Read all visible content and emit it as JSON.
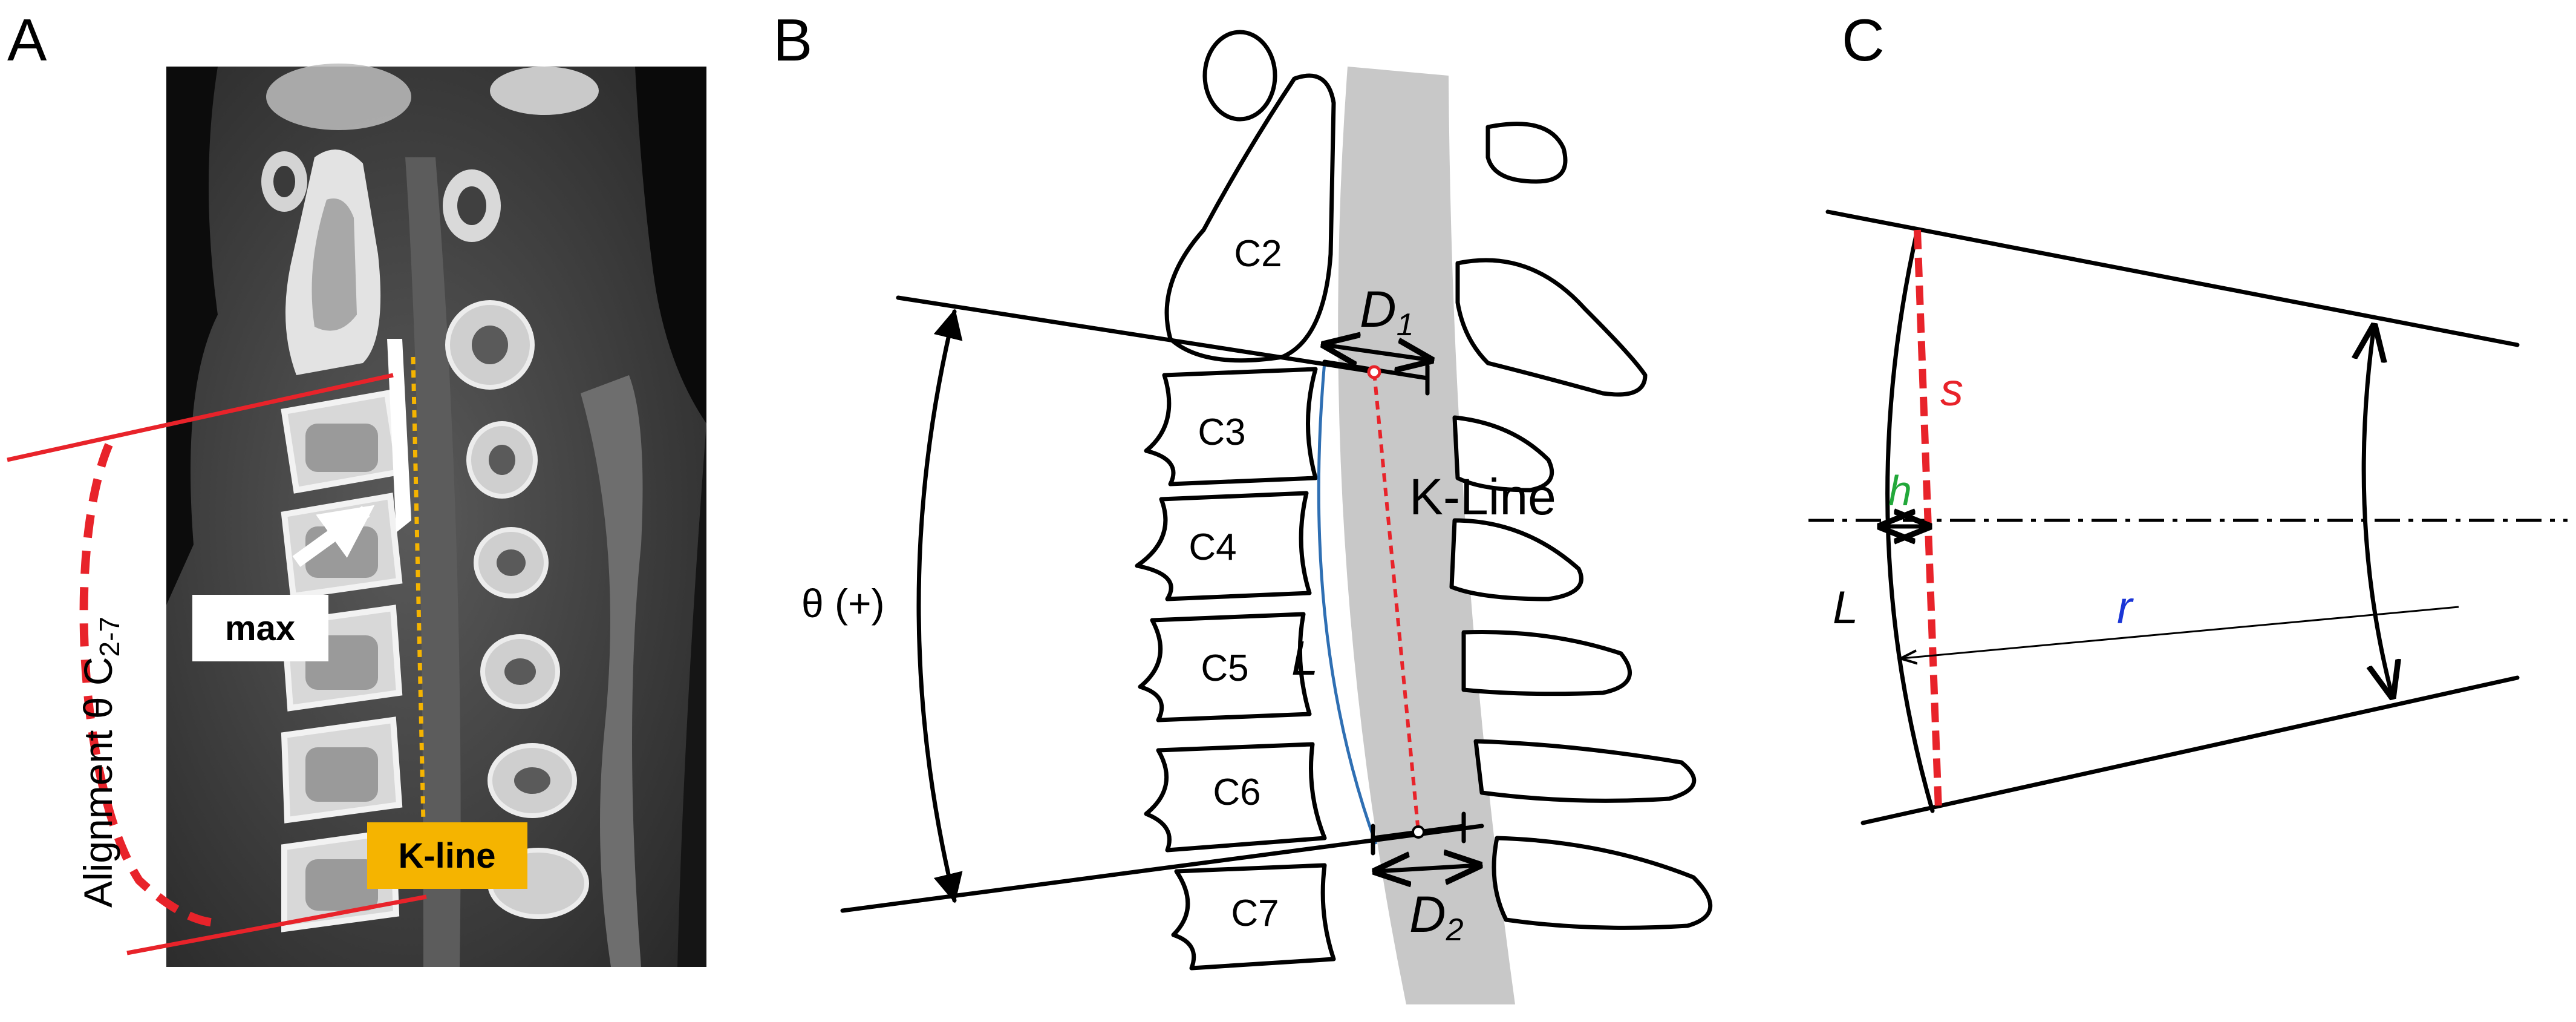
{
  "panels": {
    "a": "A",
    "b": "B",
    "c": "C"
  },
  "panel_a": {
    "arrow_label": "max",
    "kline_label": "K-line",
    "alignment_label": "Alignment θ C",
    "alignment_sub": "2-7"
  },
  "panel_b": {
    "vertebrae": [
      "C2",
      "C3",
      "C4",
      "C5",
      "C6",
      "C7"
    ],
    "d1": "D",
    "d1_sub": "1",
    "d2": "D",
    "d2_sub": "2",
    "kline_label": "K-Line",
    "theta_label": "θ (+)",
    "l_label": "L"
  },
  "panel_c": {
    "s": "s",
    "h": "h",
    "l": "L",
    "r": "r"
  },
  "colors": {
    "red": "#e8232a",
    "orange": "#f5b400",
    "blue": "#2f6fb3",
    "green": "#22a83a",
    "darkblue": "#1a35d6",
    "grey_band": "#c8c8c8"
  }
}
